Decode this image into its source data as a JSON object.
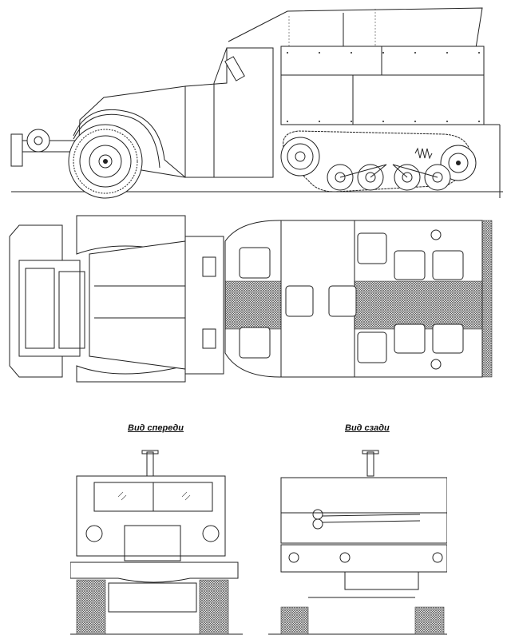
{
  "drawing": {
    "subject": "Half-track armored personnel carrier",
    "colors": {
      "line": "#222222",
      "background": "#ffffff",
      "hatch": "#555555"
    }
  },
  "views": {
    "side": {
      "label": ""
    },
    "top": {
      "label": ""
    },
    "front": {
      "label": "Вид спереди"
    },
    "rear": {
      "label": "Вид сзади"
    }
  }
}
